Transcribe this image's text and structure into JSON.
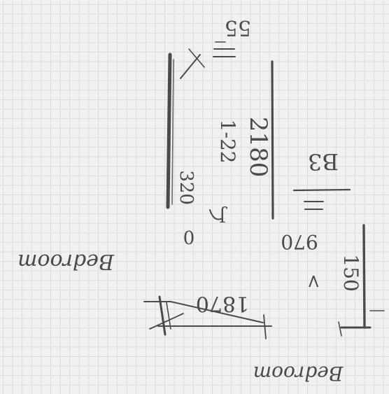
{
  "sheet": {
    "paper_color": "#f1f1ef",
    "grid_color": "#d9dcdf",
    "ink_color": "#4a4a4a"
  },
  "labels": {
    "total_top": "55",
    "width_upper_main": "2180",
    "width_upper_sub": "1-22",
    "width_upper_small": "320",
    "width_upper_zero": "0",
    "width_upper_tail": "J",
    "right_mark": "B3",
    "room_left": "Bedroom",
    "depth_lower": "1870",
    "depth_right_a": "970",
    "depth_right_b": "150",
    "arrow_right": "<",
    "room_bottom": "Bedroom"
  }
}
